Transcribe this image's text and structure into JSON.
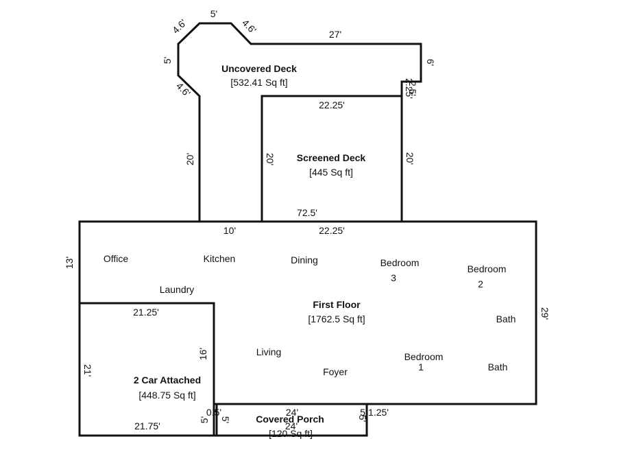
{
  "areas": {
    "uncovered_deck": {
      "name": "Uncovered Deck",
      "size": "[532.41 Sq ft]"
    },
    "screened_deck": {
      "name": "Screened Deck",
      "size": "[445 Sq ft]"
    },
    "first_floor": {
      "name": "First Floor",
      "size": "[1762.5 Sq ft]"
    },
    "garage": {
      "name": "2 Car Attached",
      "size": "[448.75 Sq ft]"
    },
    "covered_porch": {
      "name": "Covered Porch",
      "size": "[120 Sq ft]"
    }
  },
  "rooms": {
    "office": "Office",
    "kitchen": "Kitchen",
    "dining": "Dining",
    "bedroom3": "Bedroom",
    "bedroom3_num": "3",
    "bedroom2": "Bedroom",
    "bedroom2_num": "2",
    "laundry": "Laundry",
    "bath_upper": "Bath",
    "living": "Living",
    "foyer": "Foyer",
    "bedroom1": "Bedroom",
    "bedroom1_num": "1",
    "bath_lower": "Bath"
  },
  "dimensions": {
    "deck_top_5": "5'",
    "deck_diag_tl": "4.6'",
    "deck_diag_tr": "4.6'",
    "deck_27": "27'",
    "deck_left_5": "5'",
    "deck_right_6": "6'",
    "deck_diag_bl": "4.6'",
    "deck_step_a": "2.25'",
    "deck_step_b": "2.5'",
    "deck_left_20": "20'",
    "screen_top": "22.25'",
    "screen_left": "20'",
    "screen_right": "20'",
    "screen_bottom": "72.5'",
    "floor_top_10": "10'",
    "floor_top_2225": "22.25'",
    "floor_left_13": "13'",
    "floor_right_29": "29'",
    "garage_top": "21.25'",
    "garage_left": "21'",
    "garage_right": "16'",
    "garage_bottom": "21.75'",
    "porch_05": "0.5'",
    "porch_left_a": "5'",
    "porch_left_b": "5'",
    "porch_top": "24'",
    "porch_bottom": "24'",
    "porch_right": "5'",
    "porch_125": "1.25'",
    "porch_51": "5"
  }
}
